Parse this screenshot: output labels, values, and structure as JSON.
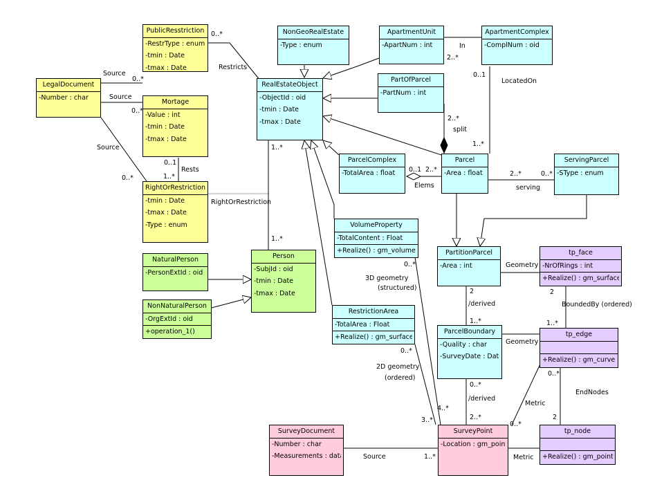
{
  "colors": {
    "yellow": "#ffff99",
    "cyan": "#ccffff",
    "green": "#ccff99",
    "purple": "#e5ccff",
    "pink": "#ffccdd"
  },
  "classes": {
    "PublicResstriction": {
      "name": "PublicResstriction",
      "attrs": [
        "-RestrType : enum",
        "-tmin : Date",
        "-tmax : Date"
      ],
      "ops": []
    },
    "LegalDocument": {
      "name": "LegalDocument",
      "attrs": [
        "-Number : char"
      ],
      "ops": []
    },
    "Mortage": {
      "name": "Mortage",
      "attrs": [
        "-Value : int",
        "-tmin : Date",
        "-tmax : Date"
      ],
      "ops": []
    },
    "RightOrRestriction": {
      "name": "RightOrRestriction",
      "attrs": [
        "-tmin : Date",
        "-tmax : Date",
        "-Type : enum"
      ],
      "ops": []
    },
    "NaturalPerson": {
      "name": "NaturalPerson",
      "attrs": [
        "-PersonExtId : oid"
      ],
      "ops": []
    },
    "NonNaturalPerson": {
      "name": "NonNaturalPerson",
      "attrs": [
        "-OrgExtId : oid"
      ],
      "ops": [
        "+operation_1()"
      ]
    },
    "Person": {
      "name": "Person",
      "attrs": [
        "-SubjId : oid",
        "-tmin : Date",
        "-tmax : Date"
      ],
      "ops": []
    },
    "NonGeoRealEstate": {
      "name": "NonGeoRealEstate",
      "attrs": [
        "-Type : enum"
      ],
      "ops": []
    },
    "RealEstateObject": {
      "name": "RealEstateObject",
      "attrs": [
        "-ObjectId : oid",
        "-tmin : Date",
        "-tmax : Date"
      ],
      "ops": []
    },
    "ApartmentUnit": {
      "name": "ApartmentUnit",
      "attrs": [
        "-ApartNum : int"
      ],
      "ops": []
    },
    "ApartmentComplex": {
      "name": "ApartmentComplex",
      "attrs": [
        "-ComplNum : oid"
      ],
      "ops": []
    },
    "PartOfParcel": {
      "name": "PartOfParcel",
      "attrs": [
        "-PartNum : int"
      ],
      "ops": []
    },
    "ParcelComplex": {
      "name": "ParcelComplex",
      "attrs": [
        "-TotalArea : float"
      ],
      "ops": []
    },
    "Parcel": {
      "name": "Parcel",
      "attrs": [
        "-Area : float"
      ],
      "ops": []
    },
    "ServingParcel": {
      "name": "ServingParcel",
      "attrs": [
        "-SType : enum"
      ],
      "ops": []
    },
    "VolumeProperty": {
      "name": "VolumeProperty",
      "attrs": [
        "-TotalContent : Float"
      ],
      "ops": [
        "+Realize() : gm_volume"
      ]
    },
    "PartitionParcel": {
      "name": "PartitionParcel",
      "attrs": [
        "-Area : int"
      ],
      "ops": []
    },
    "tp_face": {
      "name": "tp_face",
      "attrs": [
        "-NrOfRings : int"
      ],
      "ops": [
        "+Realize() : gm_surface"
      ]
    },
    "RestrictionArea": {
      "name": "RestrictionArea",
      "attrs": [
        "-TotalArea : Float"
      ],
      "ops": [
        "+Realize() : gm_surface"
      ]
    },
    "ParcelBoundary": {
      "name": "ParcelBoundary",
      "attrs": [
        "-Quality : char",
        "-SurveyDate : Date"
      ],
      "ops": []
    },
    "tp_edge": {
      "name": "tp_edge",
      "attrs": [],
      "ops": [
        "+Realize() : gm_curve"
      ]
    },
    "SurveyDocument": {
      "name": "SurveyDocument",
      "attrs": [
        "-Number : char",
        "-Measurements : data"
      ],
      "ops": []
    },
    "SurveyPoint": {
      "name": "SurveyPoint",
      "attrs": [
        "-Location : gm_point"
      ],
      "ops": []
    },
    "tp_node": {
      "name": "tp_node",
      "attrs": [],
      "ops": [
        "+Realize() : gm_point"
      ]
    }
  },
  "labels": [
    "0..*",
    "Restricts",
    "Source",
    "0..*",
    "Source",
    "0..*",
    "Source",
    "0..*",
    "0..1",
    "Rests",
    "1..*",
    "RightOrRestriction",
    "1..*",
    "1..*",
    "In",
    "2..*",
    "0..1",
    "LocatedOn",
    "2..*",
    "split",
    "1..*",
    "0..1",
    "2..*",
    "Elems",
    "2..*",
    "0..*",
    "serving",
    "0..*",
    "3D geometry",
    "(structured)",
    "Geometry",
    "2",
    "BoundedBy (ordered)",
    "2",
    "/derived",
    "1..*",
    "1..*",
    "0..*",
    "2D geometry",
    "(ordered)",
    "Geometry",
    "0..*",
    "EndNodes",
    "0..*",
    "/derived",
    "4..*",
    "Metric",
    "3..*",
    "2..*",
    "0..*",
    "2",
    "Source",
    "1..*",
    "Metric"
  ]
}
